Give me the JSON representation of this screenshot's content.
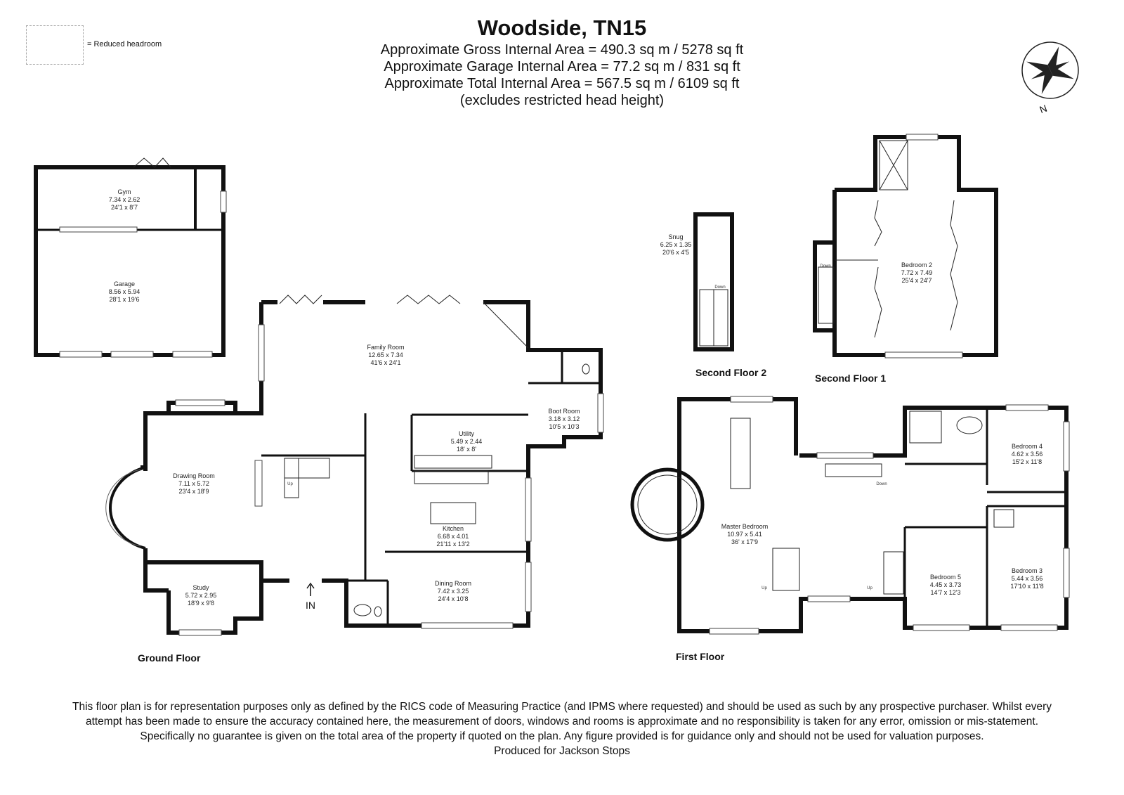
{
  "header": {
    "title": "Woodside, TN15",
    "areas": [
      "Approximate Gross Internal Area = 490.3 sq m / 5278 sq ft",
      "Approximate Garage Internal Area = 77.2 sq m / 831 sq ft",
      "Approximate Total Internal Area = 567.5 sq m / 6109 sq ft",
      "(excludes restricted head height)"
    ]
  },
  "legend": {
    "label": "= Reduced headroom"
  },
  "compass": {
    "label": "N"
  },
  "floors": {
    "ground": "Ground Floor",
    "first": "First Floor",
    "second_1": "Second Floor 1",
    "second_2": "Second Floor 2"
  },
  "rooms": {
    "gym": {
      "name": "Gym",
      "metric": "7.34 x 2.62",
      "imperial": "24'1 x 8'7"
    },
    "garage": {
      "name": "Garage",
      "metric": "8.56 x 5.94",
      "imperial": "28'1 x 19'6"
    },
    "family": {
      "name": "Family Room",
      "metric": "12.65 x 7.34",
      "imperial": "41'6 x 24'1"
    },
    "boot": {
      "name": "Boot Room",
      "metric": "3.18 x 3.12",
      "imperial": "10'5 x 10'3"
    },
    "utility": {
      "name": "Utility",
      "metric": "5.49 x 2.44",
      "imperial": "18' x 8'"
    },
    "drawing": {
      "name": "Drawing Room",
      "metric": "7.11 x 5.72",
      "imperial": "23'4 x 18'9"
    },
    "kitchen": {
      "name": "Kitchen",
      "metric": "6.68 x 4.01",
      "imperial": "21'11 x 13'2"
    },
    "dining": {
      "name": "Dining Room",
      "metric": "7.42 x 3.25",
      "imperial": "24'4 x 10'8"
    },
    "study": {
      "name": "Study",
      "metric": "5.72 x 2.95",
      "imperial": "18'9 x 9'8"
    },
    "snug": {
      "name": "Snug",
      "metric": "6.25 x 1.35",
      "imperial": "20'6 x 4'5"
    },
    "bedroom2": {
      "name": "Bedroom 2",
      "metric": "7.72 x 7.49",
      "imperial": "25'4 x 24'7"
    },
    "master": {
      "name": "Master Bedroom",
      "metric": "10.97 x 5.41",
      "imperial": "36' x 17'9"
    },
    "bedroom4": {
      "name": "Bedroom 4",
      "metric": "4.62 x 3.56",
      "imperial": "15'2 x 11'8"
    },
    "bedroom5": {
      "name": "Bedroom 5",
      "metric": "4.45 x 3.73",
      "imperial": "14'7 x 12'3"
    },
    "bedroom3": {
      "name": "Bedroom 3",
      "metric": "5.44 x 3.56",
      "imperial": "17'10 x 11'8"
    }
  },
  "stair_labels": {
    "up": "Up",
    "down": "Down"
  },
  "entrance": "IN",
  "disclaimer": {
    "text": "This floor plan is for representation purposes only as defined by the RICS code of Measuring Practice (and IPMS where requested) and should be used as such by any prospective purchaser. Whilst every attempt has been made to ensure the accuracy contained here, the measurement of doors, windows and rooms is approximate and no responsibility is taken for any error, omission or mis-statement. Specifically no guarantee is given on the total area of the property if quoted on the plan. Any figure provided is for guidance only and should not be used for valuation purposes.",
    "credit": "Produced for Jackson Stops"
  }
}
